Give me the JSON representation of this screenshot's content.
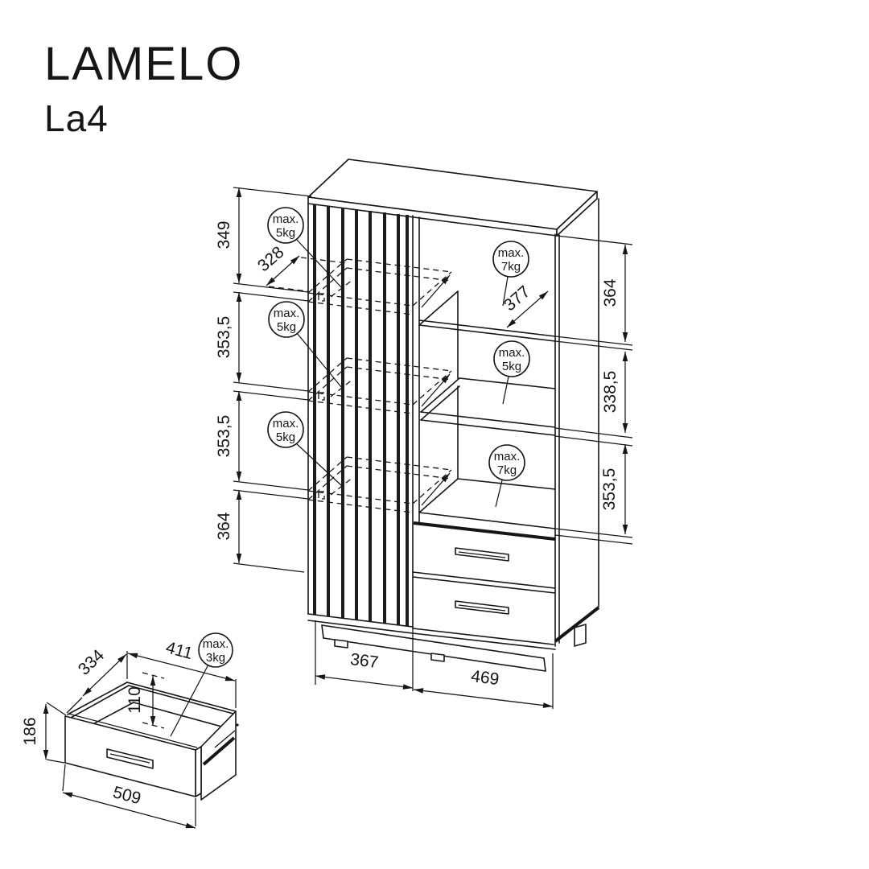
{
  "title": "LAMELO",
  "model": "La4",
  "main_view": {
    "left_dims": [
      "349",
      "353,5",
      "353,5",
      "364"
    ],
    "right_dims": [
      "364",
      "338,5",
      "353,5"
    ],
    "bottom_dims": [
      "367",
      "469"
    ],
    "shelf_depth_dim": "328",
    "cabinet_depth_dim": "377",
    "load_badges": [
      {
        "prefix": "max.",
        "value": "5kg"
      },
      {
        "prefix": "max.",
        "value": "5kg"
      },
      {
        "prefix": "max.",
        "value": "5kg"
      },
      {
        "prefix": "max.",
        "value": "7kg"
      },
      {
        "prefix": "max.",
        "value": "5kg"
      },
      {
        "prefix": "max.",
        "value": "7kg"
      }
    ]
  },
  "drawer_view": {
    "dims": {
      "depth": "334",
      "inner_width": "411",
      "inner_height": "110",
      "front_height": "186",
      "front_width": "509"
    },
    "load_badge": {
      "prefix": "max.",
      "value": "3kg"
    }
  },
  "colors": {
    "ink": "#161616",
    "paper": "#ffffff"
  }
}
